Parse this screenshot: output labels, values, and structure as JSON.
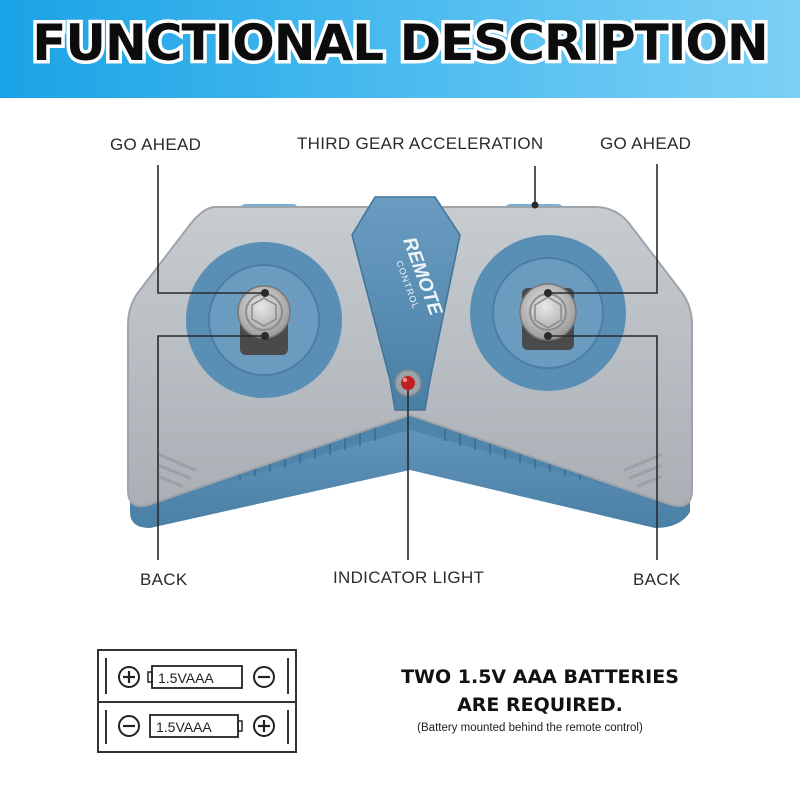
{
  "header": {
    "title": "FUNCTIONAL DESCRIPTION"
  },
  "labels": {
    "go_ahead_left": "GO AHEAD",
    "third_gear": "THIRD GEAR ACCELERATION",
    "go_ahead_right": "GO AHEAD",
    "back_left": "BACK",
    "indicator": "INDICATOR LIGHT",
    "back_right": "BACK"
  },
  "remote": {
    "logo_main": "REMOTE",
    "logo_sub": "CONTROL"
  },
  "batteries": {
    "cell_label": "1.5VAAA",
    "heading_line1": "TWO 1.5V AAA BATTERIES",
    "heading_line2": "ARE REQUIRED.",
    "note": "(Battery mounted behind the remote control)"
  },
  "colors": {
    "header_start": "#1aa3e6",
    "header_end": "#7dd0f5",
    "remote_body": "#b6bcc1",
    "remote_accent": "#5a8fb5",
    "indicator_led": "#c0201f"
  }
}
